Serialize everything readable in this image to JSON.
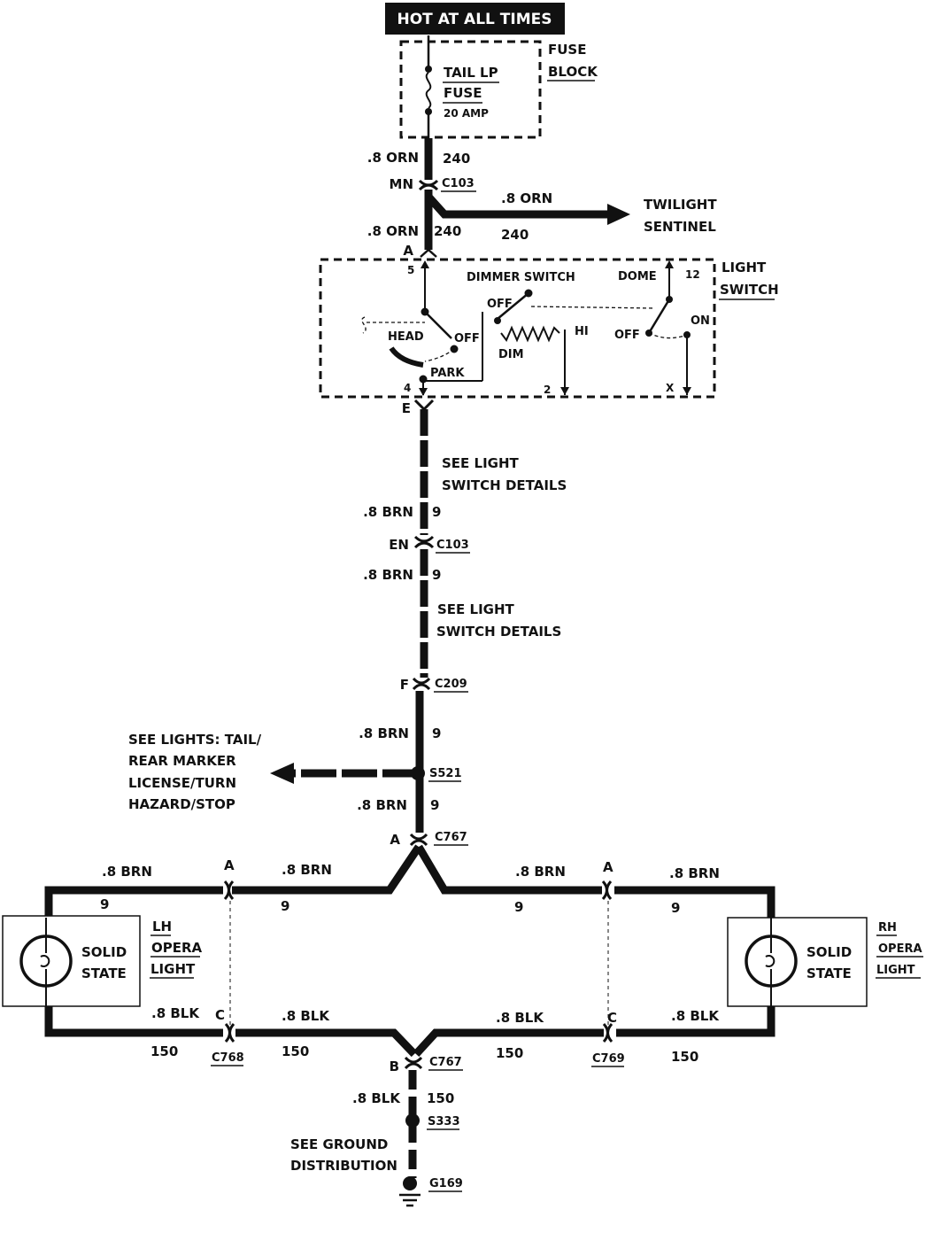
{
  "power_label": "HOT AT ALL TIMES",
  "fuse_block": {
    "line1": "FUSE",
    "line2": "BLOCK",
    "fuse_name1": "TAIL LP",
    "fuse_name2": "FUSE",
    "rating": "20 AMP"
  },
  "top_wire": {
    "gauge_color": ".8 ORN",
    "circuit": "240"
  },
  "c103_top": {
    "pin": "MN",
    "name": "C103"
  },
  "twilight": {
    "gauge_color": ".8 ORN",
    "circuit": "240",
    "line1": "TWILIGHT",
    "line2": "SENTINEL"
  },
  "switch_in_wire": {
    "gauge_color": ".8 ORN",
    "circuit": "240",
    "pin": "A"
  },
  "light_switch": {
    "line1": "LIGHT",
    "line2": "SWITCH",
    "dimmer_switch": "DIMMER SWITCH",
    "dome": "DOME",
    "off": "OFF",
    "on": "ON",
    "head": "HEAD",
    "park": "PARK",
    "dim": "DIM",
    "hi": "HI",
    "term_5": "5",
    "term_12": "12",
    "term_4": "4",
    "term_2": "2",
    "term_x": "X"
  },
  "switch_out_pin": "E",
  "see_details": {
    "line1": "SEE LIGHT",
    "line2": "SWITCH DETAILS"
  },
  "brn_wire": {
    "gauge_color": ".8 BRN",
    "circuit": "9"
  },
  "c103_mid": {
    "pin": "EN",
    "name": "C103"
  },
  "c209": {
    "pin": "F",
    "name": "C209"
  },
  "see_lights": {
    "line1": "SEE LIGHTS: TAIL/",
    "line2": "REAR MARKER",
    "line3": "LICENSE/TURN",
    "line4": "HAZARD/STOP"
  },
  "s521": "S521",
  "c767_top": {
    "pin": "A",
    "name": "C767"
  },
  "c768": {
    "pin_top": "A",
    "pin_bottom": "C",
    "name": "C768"
  },
  "c769": {
    "pin_top": "A",
    "pin_bottom": "C",
    "name": "C769"
  },
  "lh_lamp": {
    "line1": "SOLID",
    "line2": "STATE",
    "name1": "LH",
    "name2": "OPERA",
    "name3": "LIGHT"
  },
  "rh_lamp": {
    "line1": "SOLID",
    "line2": "STATE",
    "name1": "RH",
    "name2": "OPERA",
    "name3": "LIGHT"
  },
  "blk_wire": {
    "gauge_color": ".8 BLK",
    "circuit": "150"
  },
  "c767_bottom": {
    "pin": "B",
    "name": "C767"
  },
  "s333": "S333",
  "ground": {
    "line1": "SEE GROUND",
    "line2": "DISTRIBUTION",
    "name": "G169"
  }
}
